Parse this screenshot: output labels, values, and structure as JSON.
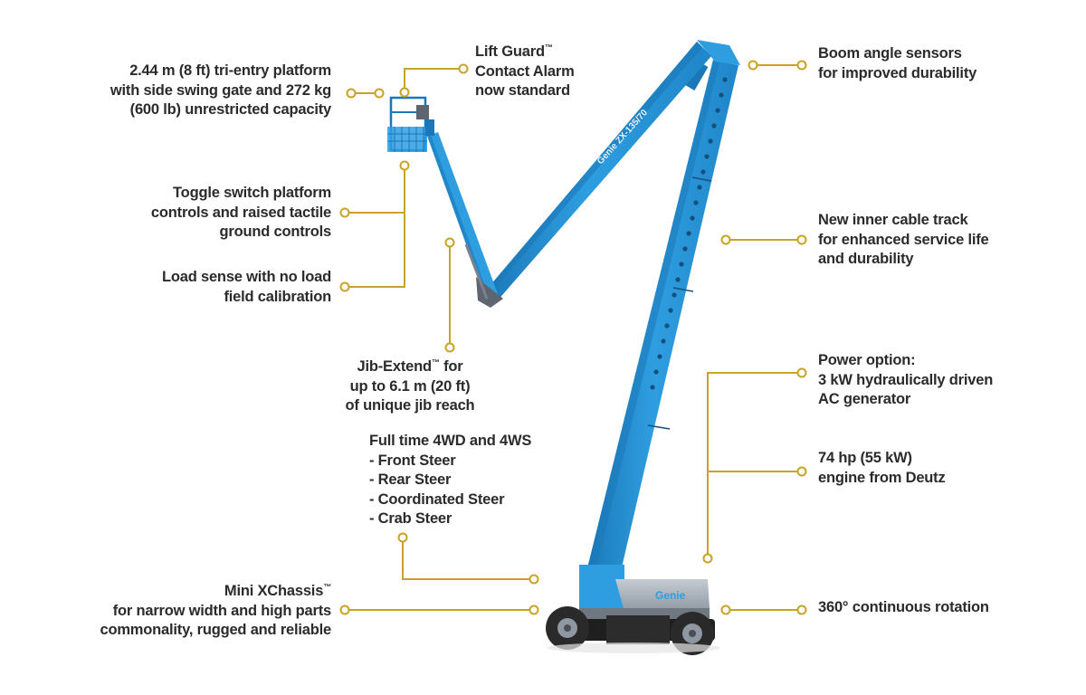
{
  "colors": {
    "boom": "#2e9ee0",
    "boom_dark": "#1b78b8",
    "callout": "#c9a227",
    "text": "#2b2b2b",
    "chassis_gray": "#9aa3ad",
    "tire": "#2a2a2a"
  },
  "machine": {
    "brand_on_chassis": "Genie",
    "model_on_boom": "Genie ZX-135/70"
  },
  "callouts": {
    "platform": {
      "lines": [
        "2.44 m (8 ft) tri-entry platform",
        "with side swing gate and 272 kg",
        "(600 lb) unrestricted capacity"
      ]
    },
    "lift_guard": {
      "line1_text": "Lift Guard",
      "tm": "™",
      "line2": "Contact Alarm",
      "line3": "now standard"
    },
    "boom_sensors": {
      "lines": [
        "Boom angle sensors",
        "for improved durability"
      ]
    },
    "toggle_controls": {
      "lines": [
        "Toggle switch platform",
        "controls and raised tactile",
        "ground controls"
      ]
    },
    "cable_track": {
      "lines": [
        "New inner cable track",
        "for enhanced service life",
        "and durability"
      ]
    },
    "load_sense": {
      "lines": [
        "Load sense with no load",
        "field calibration"
      ]
    },
    "jib_extend": {
      "line1_text": "Jib-Extend",
      "tm": "™",
      "line1_suffix": " for",
      "line2": "up to 6.1 m (20 ft)",
      "line3": "of unique jib reach"
    },
    "power_option": {
      "lines": [
        "Power option:",
        "3 kW hydraulically driven",
        "AC generator"
      ]
    },
    "four_wd": {
      "lines": [
        "Full time 4WD and 4WS",
        "- Front Steer",
        "- Rear Steer",
        "- Coordinated Steer",
        "- Crab Steer"
      ]
    },
    "engine": {
      "lines": [
        "74 hp (55 kW)",
        "engine from Deutz"
      ]
    },
    "chassis": {
      "line1_text": "Mini XChassis",
      "tm": "™",
      "line2": "for narrow width and high parts",
      "line3": "commonality, rugged and reliable"
    },
    "rotation": {
      "lines": [
        "360° continuous rotation"
      ]
    }
  }
}
